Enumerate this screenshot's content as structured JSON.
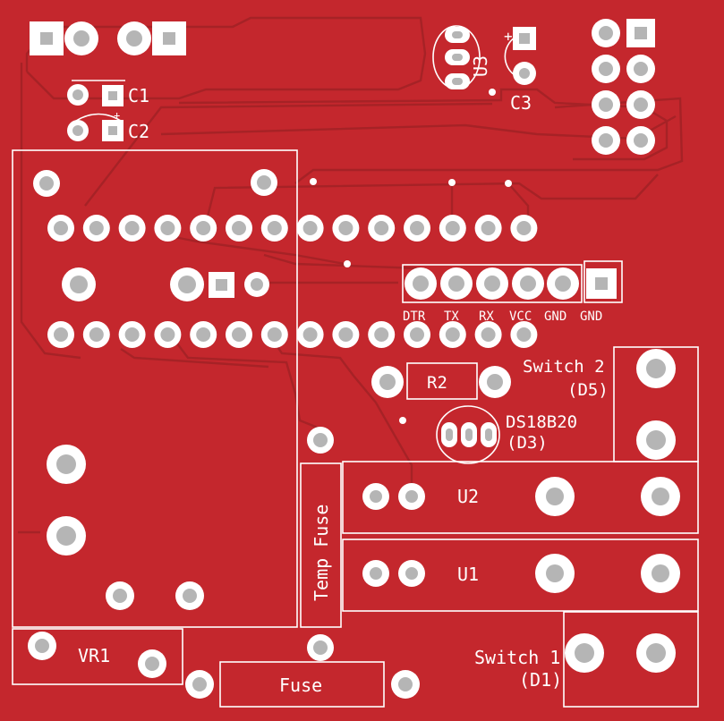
{
  "board": {
    "colors": {
      "copper": "#c4272d",
      "silkscreen": "#ffffff",
      "pad": "#ffffff",
      "drill": "#b5b5b5",
      "trace": "#a62226",
      "background": "#ffffff"
    }
  },
  "labels": {
    "c1": "C1",
    "c2": "C2",
    "c3": "C3",
    "u3": "U3",
    "header_dtr": "DTR",
    "header_tx": "TX",
    "header_rx": "RX",
    "header_vcc": "VCC",
    "header_gnd1": "GND",
    "header_gnd2": "GND",
    "r2": "R2",
    "switch2": "Switch 2",
    "switch2_pin": "(D5)",
    "ds18b20": "DS18B20",
    "ds18b20_pin": "(D3)",
    "temp_fuse": "Temp Fuse",
    "u2": "U2",
    "u1": "U1",
    "vr1": "VR1",
    "fuse": "Fuse",
    "switch1": "Switch 1",
    "switch1_pin": "(D1)",
    "plus_c1": "+",
    "plus_c3": "+"
  }
}
